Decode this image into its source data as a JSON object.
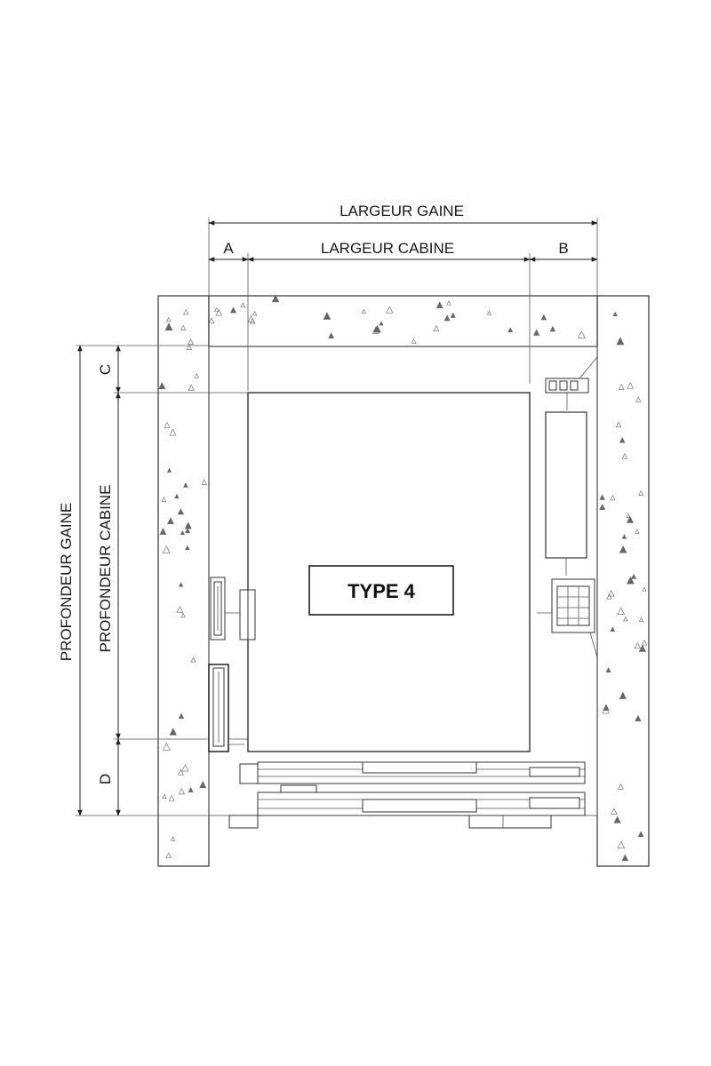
{
  "drawing": {
    "largeur_gaine": "LARGEUR GAINE",
    "largeur_cabine": "LARGEUR CABINE",
    "label_a": "A",
    "label_b": "B",
    "label_c": "C",
    "label_d": "D",
    "profondeur_gaine": "PROFONDEUR GAINE",
    "profondeur_cabine": "PROFONDEUR CABINE",
    "type_label": "TYPE 4"
  },
  "colors": {
    "ink": "#222222",
    "background": "#ffffff"
  }
}
